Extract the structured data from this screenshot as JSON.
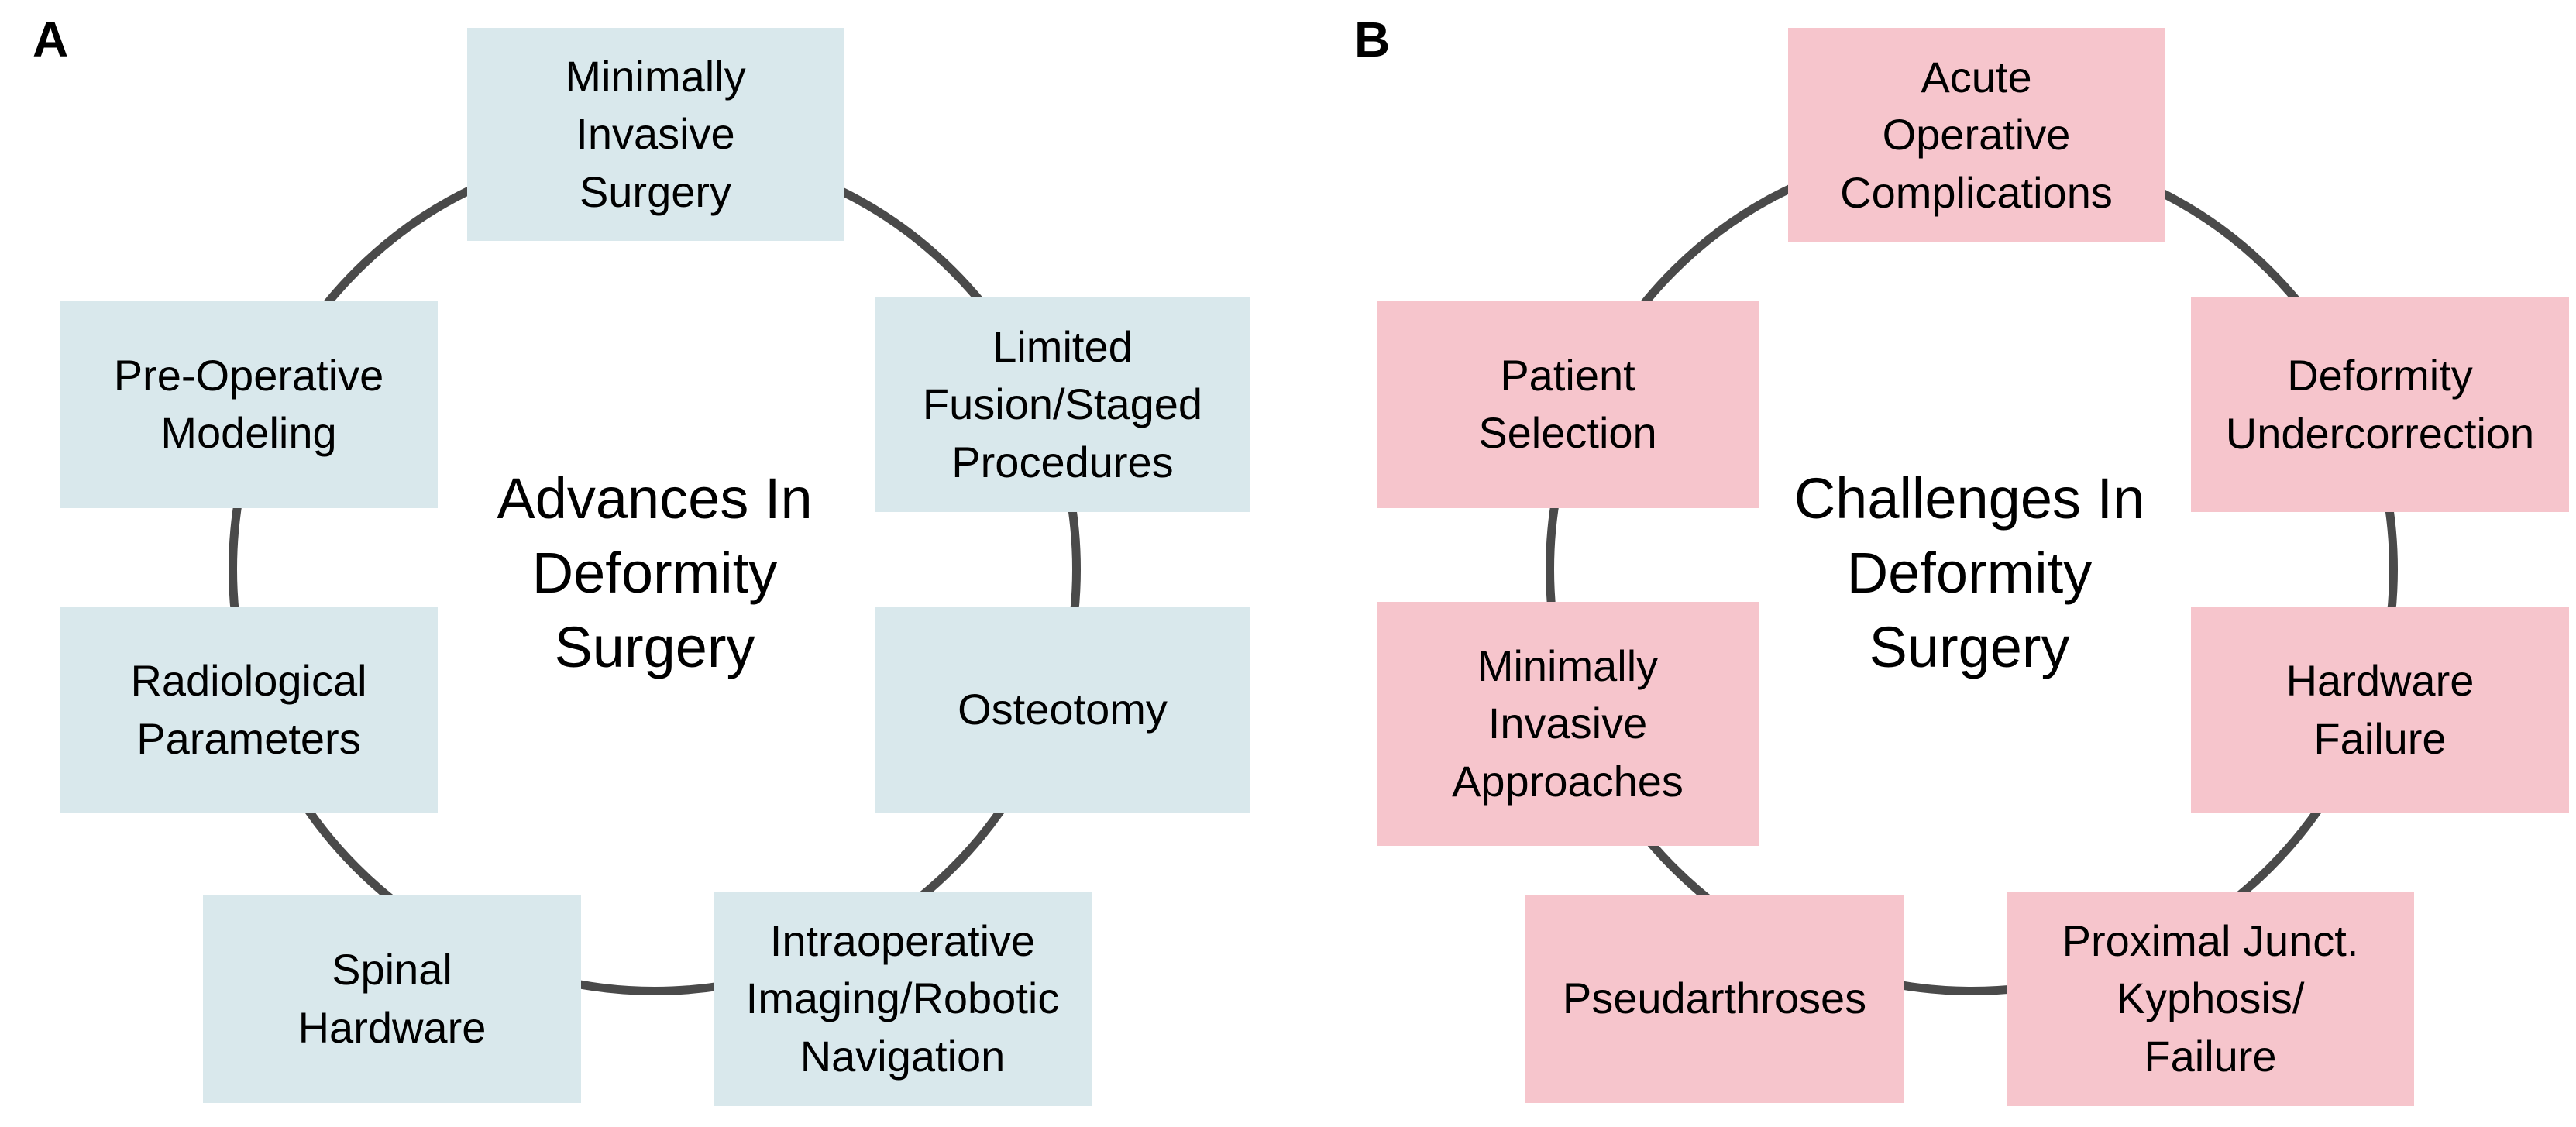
{
  "figure": {
    "background": "#ffffff",
    "circle_color": "#4a4a4a",
    "text_color": "#000000",
    "panels": [
      {
        "label": "A",
        "title": "Advances In\nDeformity\nSurgery",
        "box_color": "#d9e8ec",
        "nodes": [
          {
            "label": "Minimally\nInvasive\nSurgery"
          },
          {
            "label": "Limited\nFusion/Staged\nProcedures"
          },
          {
            "label": "Osteotomy"
          },
          {
            "label": "Intraoperative\nImaging/Robotic\nNavigation"
          },
          {
            "label": "Spinal\nHardware"
          },
          {
            "label": "Radiological\nParameters"
          },
          {
            "label": "Pre-Operative\nModeling"
          }
        ]
      },
      {
        "label": "B",
        "title": "Challenges In\nDeformity\nSurgery",
        "box_color": "#f6c5cc",
        "nodes": [
          {
            "label": "Acute\nOperative\nComplications"
          },
          {
            "label": "Deformity\nUndercorrection"
          },
          {
            "label": "Hardware\nFailure"
          },
          {
            "label": "Proximal Junct.\nKyphosis/\nFailure"
          },
          {
            "label": "Pseudarthroses"
          },
          {
            "label": "Minimally\nInvasive\nApproaches"
          },
          {
            "label": "Patient\nSelection"
          }
        ]
      }
    ]
  }
}
